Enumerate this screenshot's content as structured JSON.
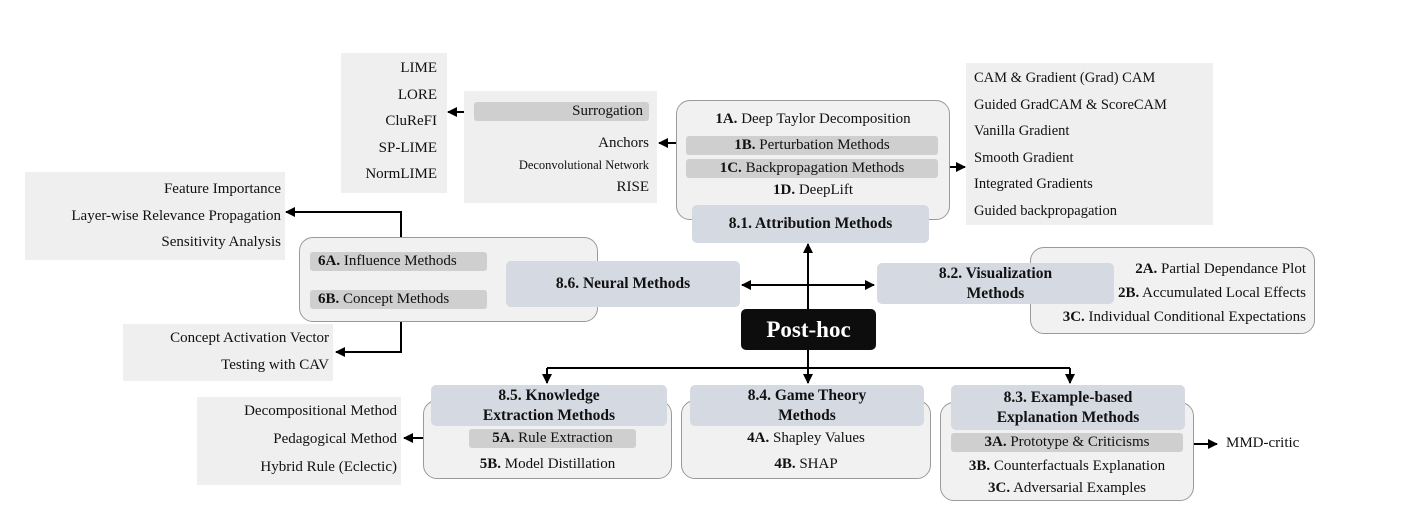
{
  "root": "Post-hoc",
  "attribution": {
    "header": "8.1. Attribution Methods",
    "items": [
      {
        "num": "1A.",
        "label": "Deep Taylor Decomposition"
      },
      {
        "num": "1B.",
        "label": "Perturbation Methods"
      },
      {
        "num": "1C.",
        "label": "Backpropagation Methods"
      },
      {
        "num": "1D.",
        "label": "DeepLift"
      }
    ]
  },
  "perturbation_list": {
    "highlighted": "Surrogation",
    "items": [
      "Anchors",
      "Deconvolutional Network",
      "RISE"
    ]
  },
  "surrogation_list": [
    "LIME",
    "LORE",
    "CluReFI",
    "SP-LIME",
    "NormLIME"
  ],
  "backprop_list": [
    "CAM & Gradient (Grad) CAM",
    "Guided GradCAM & ScoreCAM",
    "Vanilla Gradient",
    "Smooth Gradient",
    "Integrated Gradients",
    "Guided backpropagation"
  ],
  "visualization": {
    "header": "8.2. Visualization Methods",
    "items": [
      {
        "num": "2A.",
        "label": "Partial Dependance Plot"
      },
      {
        "num": "2B.",
        "label": "Accumulated Local Effects"
      },
      {
        "num": "3C.",
        "label": "Individual Conditional Expectations"
      }
    ]
  },
  "neural": {
    "header": "8.6. Neural Methods",
    "items": [
      {
        "num": "6A.",
        "label": "Influence Methods"
      },
      {
        "num": "6B.",
        "label": "Concept Methods"
      }
    ]
  },
  "influence_list": [
    "Feature Importance",
    "Layer-wise Relevance Propagation",
    "Sensitivity Analysis"
  ],
  "concept_list": [
    "Concept Activation Vector",
    "Testing with CAV"
  ],
  "knowledge": {
    "header": "8.5. Knowledge Extraction Methods",
    "items": [
      {
        "num": "5A.",
        "label": "Rule Extraction"
      },
      {
        "num": "5B.",
        "label": "Model Distillation"
      }
    ]
  },
  "rule_list": [
    "Decompositional Method",
    "Pedagogical Method",
    "Hybrid Rule (Eclectic)"
  ],
  "game_theory": {
    "header": "8.4. Game Theory Methods",
    "items": [
      {
        "num": "4A.",
        "label": "Shapley Values"
      },
      {
        "num": "4B.",
        "label": "SHAP"
      }
    ]
  },
  "example_based": {
    "header": "8.3. Example-based Explanation Methods",
    "items": [
      {
        "num": "3A.",
        "label": "Prototype & Criticisms"
      },
      {
        "num": "3B.",
        "label": "Counterfactuals Explanation"
      },
      {
        "num": "3C.",
        "label": "Adversarial Examples"
      }
    ]
  },
  "prototype_target": "MMD-critic"
}
